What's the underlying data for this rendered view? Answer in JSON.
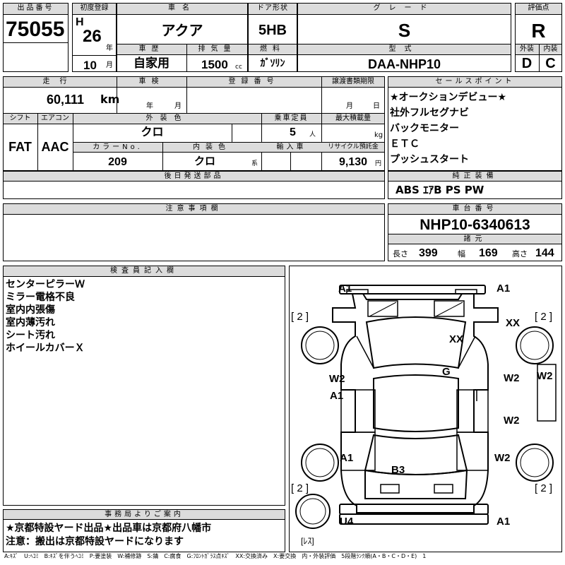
{
  "header": {
    "lot_label": "出品番号",
    "lot_number": "75055",
    "first_reg_label": "初度登録",
    "era": "H",
    "year": "26",
    "year_unit": "年",
    "month": "10",
    "month_unit": "月",
    "car_name_label": "車名",
    "car_name": "アクア",
    "door_label": "ドア形状",
    "door": "5HB",
    "grade_label": "グレード",
    "grade": "S",
    "score_label": "評価点",
    "score": "R",
    "exterior_label": "外装",
    "exterior_grade": "D",
    "interior_label": "内装",
    "interior_grade": "C",
    "history_label": "車歴",
    "history": "自家用",
    "displacement_label": "排気量",
    "displacement": "1500",
    "displacement_unit": "cc",
    "fuel_label": "燃料",
    "fuel": "ｶﾞｿﾘﾝ",
    "model_label": "型式",
    "model": "DAA-NHP10"
  },
  "specs": {
    "mileage_label": "走行",
    "mileage": "60,111",
    "mileage_unit": "km",
    "inspection_label": "車検",
    "inspection_year_unit": "年",
    "inspection_month_unit": "月",
    "registration_label": "登録番号",
    "transfer_label": "譲渡書類期限",
    "transfer_month_unit": "月",
    "transfer_day_unit": "日",
    "shift_label": "シフト",
    "shift": "FAT",
    "ac_label": "エアコン",
    "ac": "AAC",
    "ext_color_label": "外装色",
    "ext_color": "クロ",
    "capacity_label": "乗車定員",
    "capacity": "5",
    "capacity_unit": "人",
    "max_load_label": "最大積載量",
    "max_load_unit": "kg",
    "color_no_label": "カラーNo.",
    "color_no": "209",
    "int_color_label": "内装色",
    "int_color": "クロ",
    "int_color_unit": "系",
    "import_label": "輸入車",
    "recycle_label": "リサイクル預託金",
    "recycle": "9,130",
    "recycle_unit": "円",
    "later_parts_label": "後日発送部品",
    "notes_label": "注意事項欄"
  },
  "sales_points": {
    "title": "セールスポイント",
    "items": [
      "★オークションデビュー★",
      "社外フルセグナビ",
      "バックモニター",
      "ＥＴＣ",
      "プッシュスタート"
    ]
  },
  "equipment": {
    "title": "純正装備",
    "value": "ABS ｴｱB PS PW"
  },
  "chassis": {
    "title": "車台番号",
    "value": "NHP10-6340613"
  },
  "dimensions": {
    "title": "諸元",
    "length_label": "長さ",
    "length": "399",
    "width_label": "幅",
    "width": "169",
    "height_label": "高さ",
    "height": "144"
  },
  "inspector": {
    "title": "検査員記入欄",
    "lines": [
      "センターピラーＷ",
      "ミラー電格不良",
      "室内内張傷",
      "室内薄汚れ",
      "シート汚れ",
      "ホイールカバーＸ"
    ]
  },
  "office": {
    "title": "事務局よりご案内",
    "lines": [
      "★京都特設ヤード出品★出品車は京都府八幡市",
      "注意：搬出は京都特設ヤードになります"
    ]
  },
  "diagram": {
    "marks": {
      "front_left": "A1",
      "front_right": "A1",
      "wheel_fl": "[ 2 ]",
      "wheel_fr": "[ 2 ]",
      "windshield": "XX",
      "fender_fr": "XX",
      "roof": "G",
      "door_fl": "W2",
      "door_fl_a": "A1",
      "door_fr": "W2",
      "pillar_r": "W2",
      "door_rr": "W2",
      "quarter_rl": "A1",
      "quarter_rr": "W2",
      "trunk": "B3",
      "wheel_rl": "[ 2 ]",
      "wheel_rr": "[ 2 ]",
      "rear_left": "U4",
      "rear_right": "A1",
      "spare": "[ﾚｽ]"
    }
  },
  "legend": "A:ｷｽﾞ　U:ﾍｺﾐ　B:ｷｽﾞを伴うﾍｺﾐ　P:要塗装　W:補修跡　S:錆　C:腐食　G:ﾌﾛﾝﾄｶﾞﾗｽ点ｷｽﾞ　XX:交換済み　X:要交換　内・外装評価　5段階ﾗﾝｸ順(A・B・C・D・E)　1"
}
